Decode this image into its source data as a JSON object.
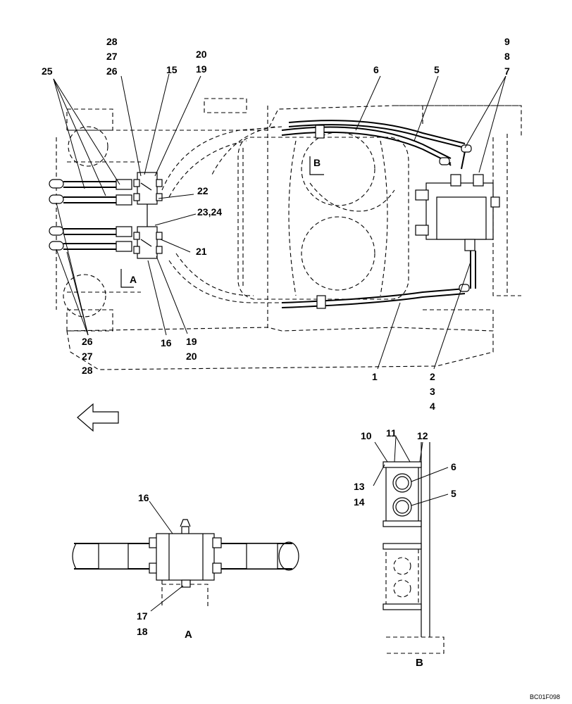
{
  "callouts": {
    "c28a": "28",
    "c27a": "27",
    "c26a": "26",
    "c15": "15",
    "c20a": "20",
    "c19a": "19",
    "c25": "25",
    "c6": "6",
    "c5": "5",
    "c9": "9",
    "c8": "8",
    "c7": "7",
    "c22": "22",
    "c2324": "23,24",
    "c21": "21",
    "c16a": "16",
    "c19b": "19",
    "c20b": "20",
    "c26b": "26",
    "c27b": "27",
    "c28b": "28",
    "c1": "1",
    "c2": "2",
    "c3": "3",
    "c4": "4",
    "c16b": "16",
    "c17": "17",
    "c18": "18",
    "c10": "10",
    "c11": "11",
    "c12": "12",
    "c13": "13",
    "c14": "14",
    "c6b": "6",
    "c5b": "5"
  },
  "section_marks": {
    "A_main": "A",
    "B_main": "B"
  },
  "view_captions": {
    "A": "A",
    "B": "B"
  },
  "drawing_code": "BC01F098"
}
